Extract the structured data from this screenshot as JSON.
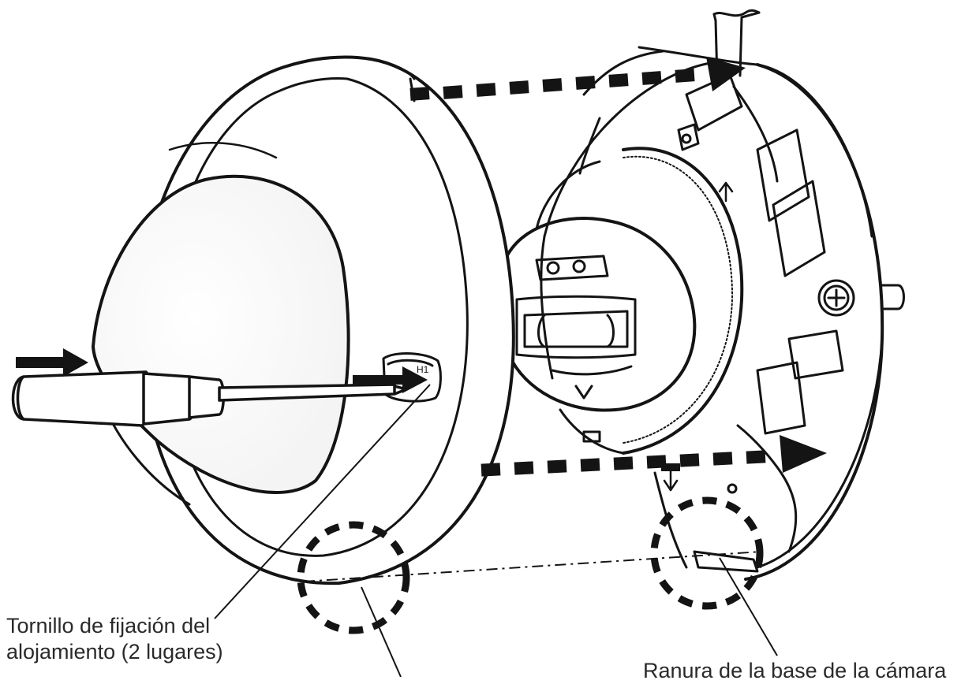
{
  "callouts": {
    "screw_line1": "Tornillo de fijación del",
    "screw_line2": "alojamiento (2 lugares)",
    "groove": "Ranura de la base de la cámara"
  },
  "screw_head_marks": "H1",
  "colors": {
    "ink": "#141414",
    "dome_fill": "#ffffff",
    "background": "#ffffff"
  },
  "icons": {
    "push_arrow": "solid-right-arrow",
    "alignment_arrow": "dashed-right-arrow",
    "highlight": "dashed-circle"
  }
}
